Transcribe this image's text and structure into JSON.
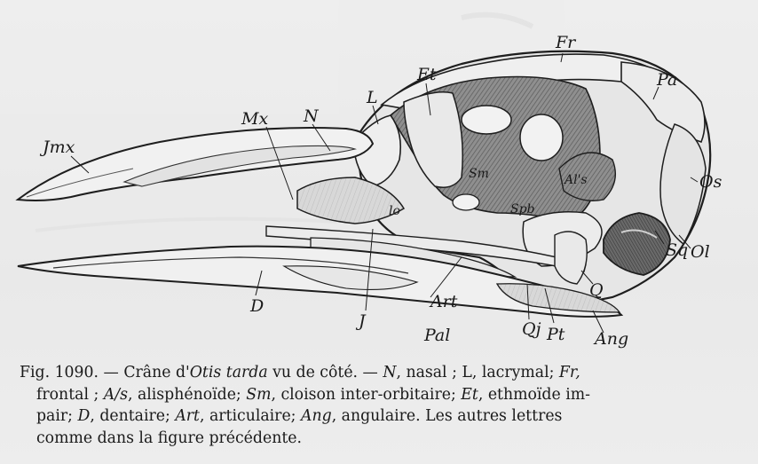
{
  "figure": {
    "labels": {
      "fr": "Fr",
      "pa": "Pa",
      "et": "Et",
      "l": "L",
      "n": "N",
      "mx": "Mx",
      "jmx": "Jmx",
      "sm": "Sm",
      "als": "Al's",
      "os": "Os",
      "lo": "lo",
      "spb": "Spb",
      "ol": "Ol",
      "sq": "Sq",
      "q": "Q",
      "d": "D",
      "j": "J",
      "pal": "Pal",
      "art": "Art",
      "qj": "Qj",
      "pt": "Pt",
      "ang": "Ang"
    }
  },
  "caption": {
    "fig_no": "Fig. 1090.",
    "dash": " — Crâne d'",
    "species": "Otis tarda",
    "view": " vu de côté. — ",
    "n_abbr": "N",
    "n_def": ", nasal ; L, lacrymal; ",
    "fr_abbr": "Fr,",
    "fr_def": "frontal ; ",
    "als_abbr": "A/s",
    "als_def": ", alisphénoïde; ",
    "sm_abbr": "Sm",
    "sm_def": ", cloison inter-orbitaire; ",
    "et_abbr": "Et",
    "et_def": ", ethmoïde im-",
    "pair": "pair; ",
    "d_abbr": "D",
    "d_def": ", dentaire; ",
    "art_abbr": "Art",
    "art_def": ", articulaire; ",
    "ang_abbr": "Ang",
    "ang_def": ", angulaire. Les autres lettres",
    "tail": "comme dans la figure précédente."
  }
}
